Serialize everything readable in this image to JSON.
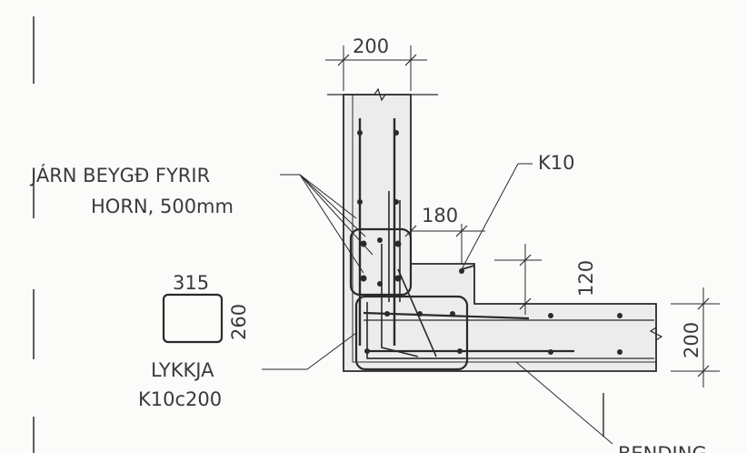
{
  "drawing": {
    "dim_wall_width": "200",
    "dim_corner_bar": "180",
    "dim_step": "120",
    "dim_slab_depth": "200",
    "bent_bars_label_line1": "JÁRN BEYGÐ FYRIR",
    "bent_bars_label_line2": "HORN, 500mm",
    "k10_label": "K10",
    "stirrup_dim_width": "315",
    "stirrup_dim_height": "260",
    "stirrup_label_line1": "LYKKJA",
    "stirrup_label_line2": "K10c200",
    "bending_label": "BENDING"
  },
  "colors": {
    "ink": "#2a2a2a",
    "paper": "#fbfbfa",
    "concrete": "#ececec"
  }
}
